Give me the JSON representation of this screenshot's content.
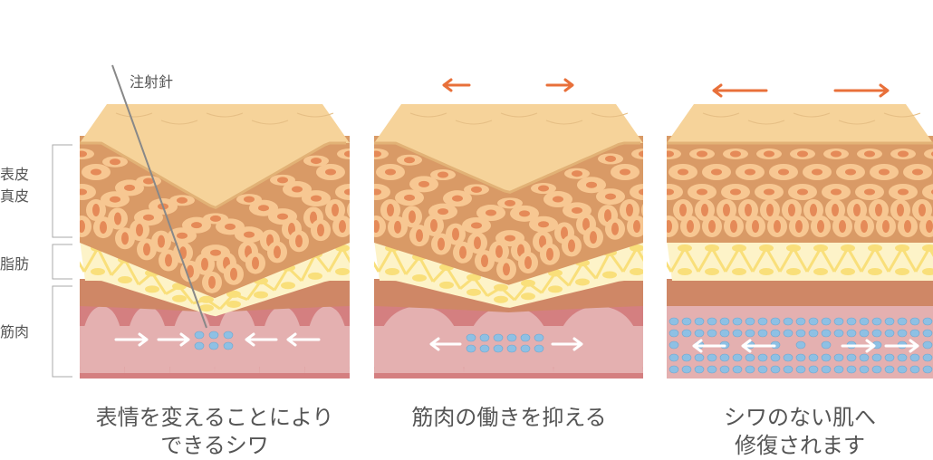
{
  "needle_label": "注射針",
  "layer_labels": {
    "epidermis": "表皮",
    "dermis": "真皮",
    "fat": "脂肪",
    "muscle": "筋肉"
  },
  "captions": [
    {
      "line1": "表情を変えることにより",
      "line2": "できるシワ"
    },
    {
      "line1": "筋肉の働きを抑える",
      "line2": ""
    },
    {
      "line1": "シワのない肌へ",
      "line2": "修復されます"
    }
  ],
  "colors": {
    "arrow_orange": "#e8703a",
    "skin_top": "#f6d39a",
    "epidermis_bg": "#d99a66",
    "cell": "#f7c792",
    "nucleus": "#e58a58",
    "fat_bg": "#fdf3c8",
    "fat_line": "#f9df7a",
    "muscle_outer": "#cf8766",
    "muscle_pink": "#e4b0b0",
    "muscle_dark": "#d47f80",
    "dot": "#8ec0e4"
  }
}
